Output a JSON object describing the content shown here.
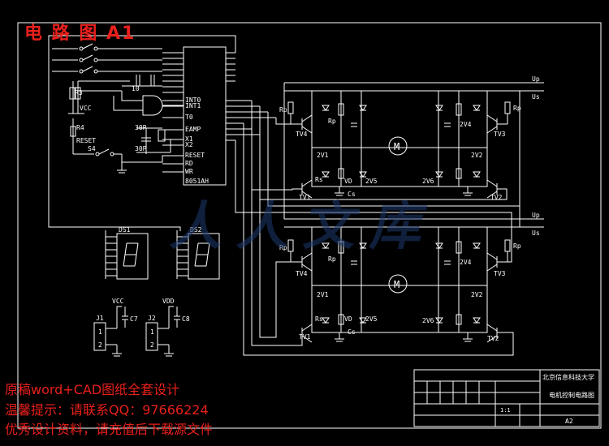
{
  "title": "电 路 图 A1",
  "promo": {
    "line1": "原稿word+CAD图纸全套设计",
    "line2": "温馨提示：请联系QQ：97666224",
    "line3": "优秀设计资料，请充值后下载源文件"
  },
  "watermark": {
    "text": "人人文库"
  },
  "labels": {
    "up": "Up",
    "us": "Us",
    "rp": "Rp",
    "rs": "Rs",
    "vd": "VD",
    "cs": "Cs",
    "tv1": "TV1",
    "tv2": "TV2",
    "tv3": "TV3",
    "tv4": "TV4",
    "d2v1": "2V1",
    "d2v2": "2V2",
    "d2v4": "2V4",
    "d2v5": "2V5",
    "d2v6": "2V6",
    "motor": "M",
    "vcc": "VCC",
    "vdd": "VDD",
    "reset": "RESET",
    "s4": "S4",
    "r4": "R4",
    "r3": "R3",
    "c7": "C7",
    "c8": "C8",
    "j1": "J1",
    "j2": "J2",
    "ds1": "DS1",
    "ds2": "DS2",
    "mcu": "8051AH",
    "x1": "X1",
    "x2": "X2",
    "rd": "RD",
    "wr": "WR",
    "t0": "T0",
    "eamp": "EAMP",
    "int1": "INT1",
    "int0": "INT0",
    "c30p1": "30P",
    "c30p2": "30P",
    "c10": "10",
    "pin1": "1",
    "pin2": "2"
  },
  "title_block": {
    "school": "北京信息科技大学",
    "drawing": "电机控制电路图",
    "sheet": "A2",
    "scale": "1:1"
  }
}
